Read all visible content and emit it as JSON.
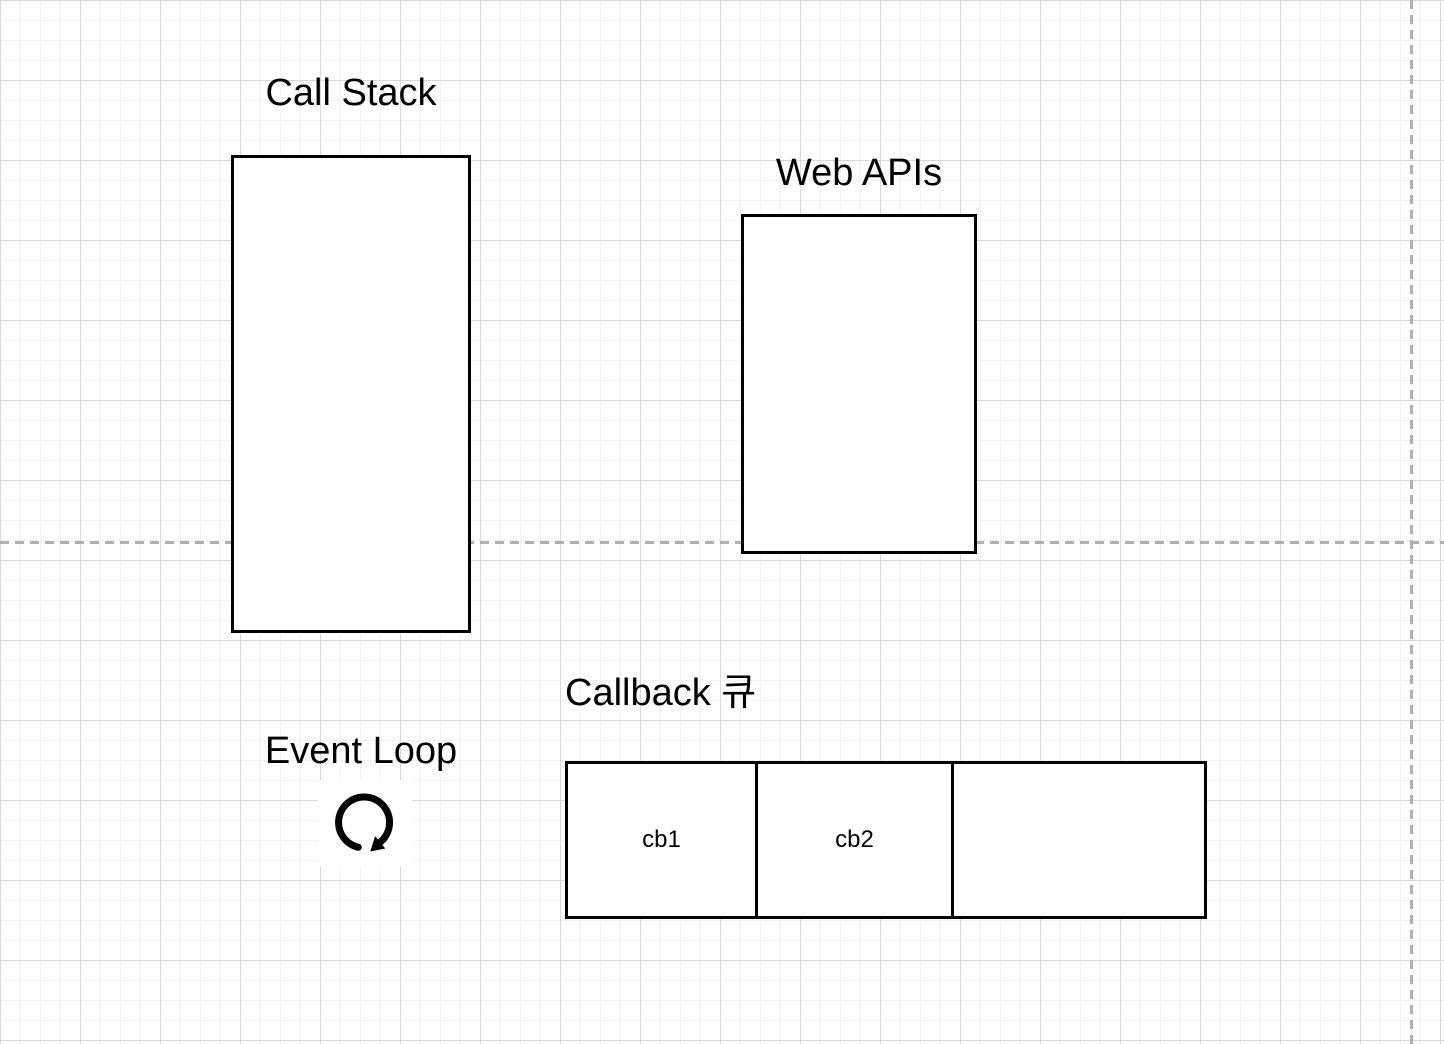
{
  "colors": {
    "stroke": "#000000",
    "bg": "#ffffff",
    "grid_minor": "#f2f2f2",
    "grid_major": "#d8d8d8",
    "guide": "#b0b0b0"
  },
  "diagram": {
    "call_stack": {
      "label": "Call Stack"
    },
    "web_apis": {
      "label": "Web APIs"
    },
    "callback_queue": {
      "label": "Callback 큐",
      "cells": [
        {
          "label": "cb1"
        },
        {
          "label": "cb2"
        },
        {
          "label": ""
        }
      ]
    },
    "event_loop": {
      "label": "Event Loop",
      "icon": "loop-arrow-icon"
    }
  }
}
